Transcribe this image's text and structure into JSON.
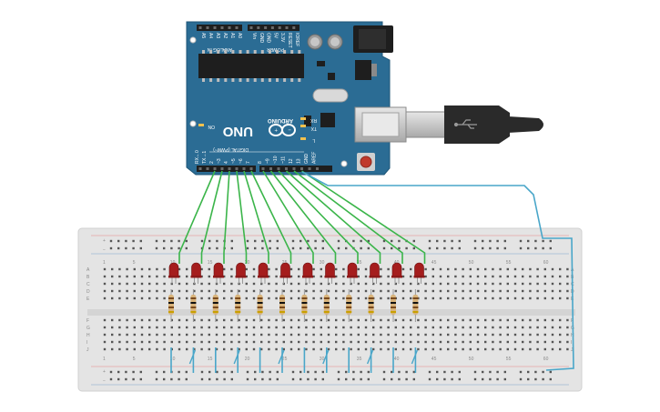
{
  "board": {
    "name": "UNO",
    "brand": "ARDUINO",
    "digital_header_label": "DIGITAL (PWM~)",
    "analog_header_label": "ANALOG IN",
    "power_header_label": "POWER",
    "on_label": "ON",
    "tx_label": "TX",
    "rx_label": "RX",
    "l_label": "L",
    "analog_pins": [
      "A5",
      "A4",
      "A3",
      "A2",
      "A1",
      "A0"
    ],
    "power_pins": [
      "Vin",
      "GND",
      "GND",
      "5V",
      "3.3V",
      "RESET",
      "IOREF"
    ],
    "digital_pins": [
      "RX←0",
      "TX→1",
      "2",
      "~3",
      "4",
      "~5",
      "~6",
      "7",
      "8",
      "~9",
      "~10",
      "~11",
      "12",
      "13",
      "GND",
      "AREF"
    ],
    "colors": {
      "board": "#2b6c94",
      "header": "#1e1e1e",
      "reset_button": "#c0392b"
    }
  },
  "breadboard": {
    "column_numbers": [
      "1",
      "5",
      "10",
      "15",
      "20",
      "25",
      "30",
      "35",
      "40",
      "45",
      "50",
      "55",
      "60"
    ],
    "row_letters_top": [
      "A",
      "B",
      "C",
      "D",
      "E"
    ],
    "row_letters_bottom": [
      "F",
      "G",
      "H",
      "I",
      "J"
    ],
    "rail_signs": [
      "+",
      "−"
    ],
    "colors": {
      "body": "#e4e4e4",
      "hole": "#555555"
    }
  },
  "components": {
    "led_count": 12,
    "resistor_count": 12,
    "colors": {
      "led": "#a51d1d",
      "wire_signal": "#3bb54a",
      "wire_ground": "#49a6c9",
      "resistor": "#d8b37a"
    }
  },
  "usb": {
    "icon": "usb-icon",
    "colors": {
      "plug": "#2a2a2a",
      "metal": "#c8c8c8"
    }
  }
}
